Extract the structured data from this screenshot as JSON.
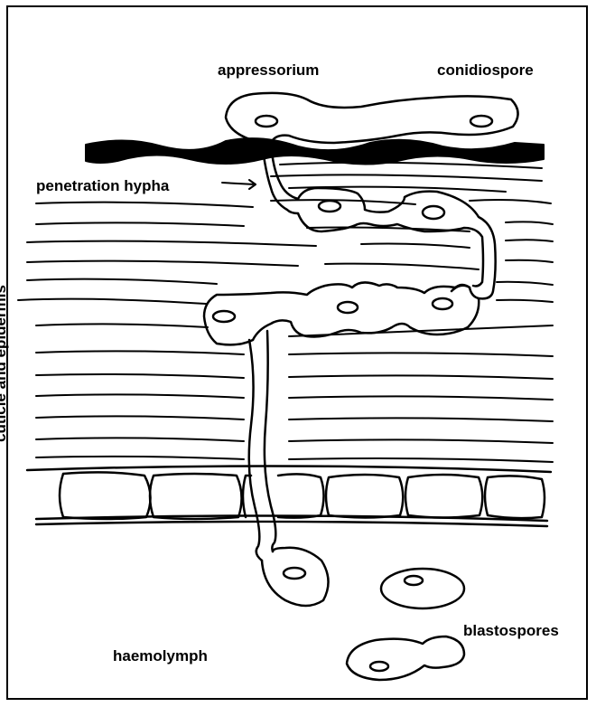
{
  "labels": {
    "appressorium": "appressorium",
    "conidiospore": "conidiospore",
    "penetration_hypha": "penetration hypha",
    "cuticle_epidermis": "cuticle and epidermis",
    "haemolymph": "haemolymph",
    "blastospores": "blastospores"
  }
}
